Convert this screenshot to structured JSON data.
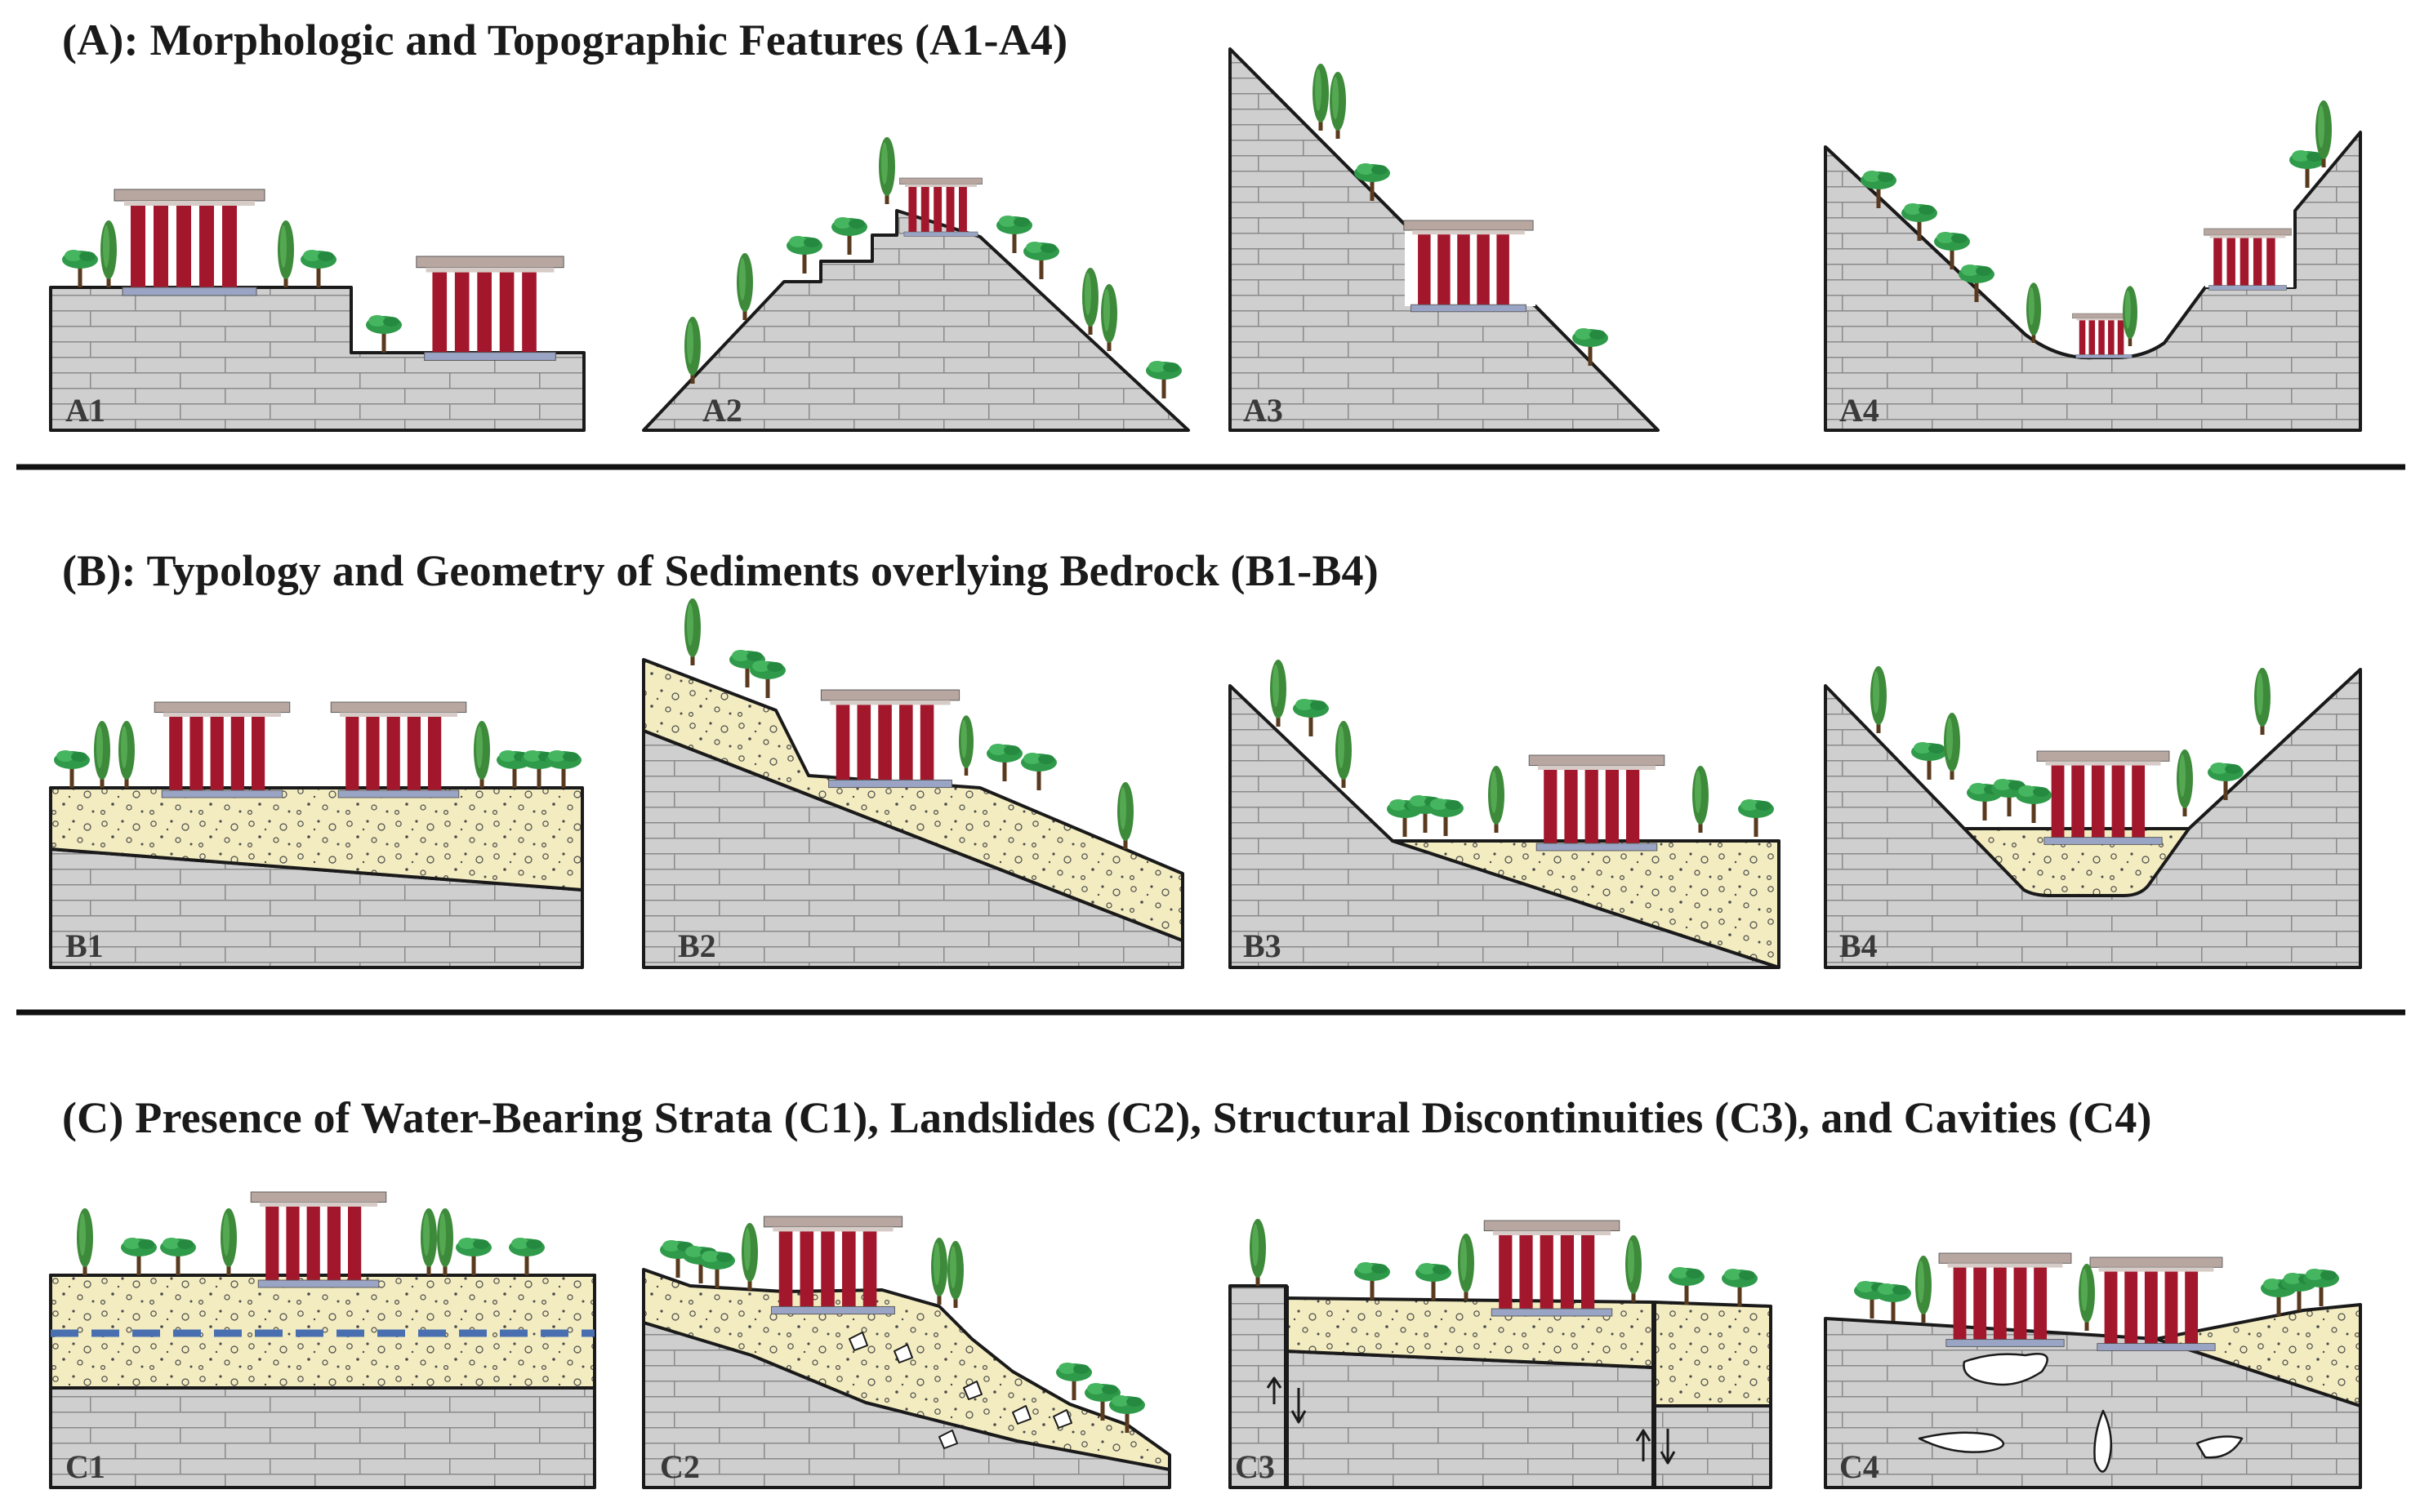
{
  "sections": [
    {
      "key": "A",
      "title": "(A): Morphologic and Topographic Features (A1-A4)"
    },
    {
      "key": "B",
      "title": "(B): Typology and Geometry of Sediments overlying Bedrock (B1-B4)"
    },
    {
      "key": "C",
      "title": "(C) Presence of Water-Bearing Strata (C1), Landslides (C2), Structural Discontinuities (C3), and Cavities (C4)"
    }
  ],
  "panels": {
    "A1": "A1",
    "A2": "A2",
    "A3": "A3",
    "A4": "A4",
    "B1": "B1",
    "B2": "B2",
    "B3": "B3",
    "B4": "B4",
    "C1": "C1",
    "C2": "C2",
    "C3": "C3",
    "C4": "C4"
  },
  "colors": {
    "rock": "#cfcfcf",
    "brick": "#8a8a8a",
    "sediment": "#f3ecc0",
    "column": "#a3172c",
    "roof": "#b8a7a0",
    "tree": "#2f9a4a",
    "cypress": "#3d8a3a",
    "water": "#4a6fb0",
    "outline": "#1a1a1a"
  },
  "icons": [
    "temple-icon",
    "umbrella-pine-icon",
    "cypress-icon",
    "fault-arrow-icon",
    "cavity-icon",
    "rock-block-icon"
  ]
}
